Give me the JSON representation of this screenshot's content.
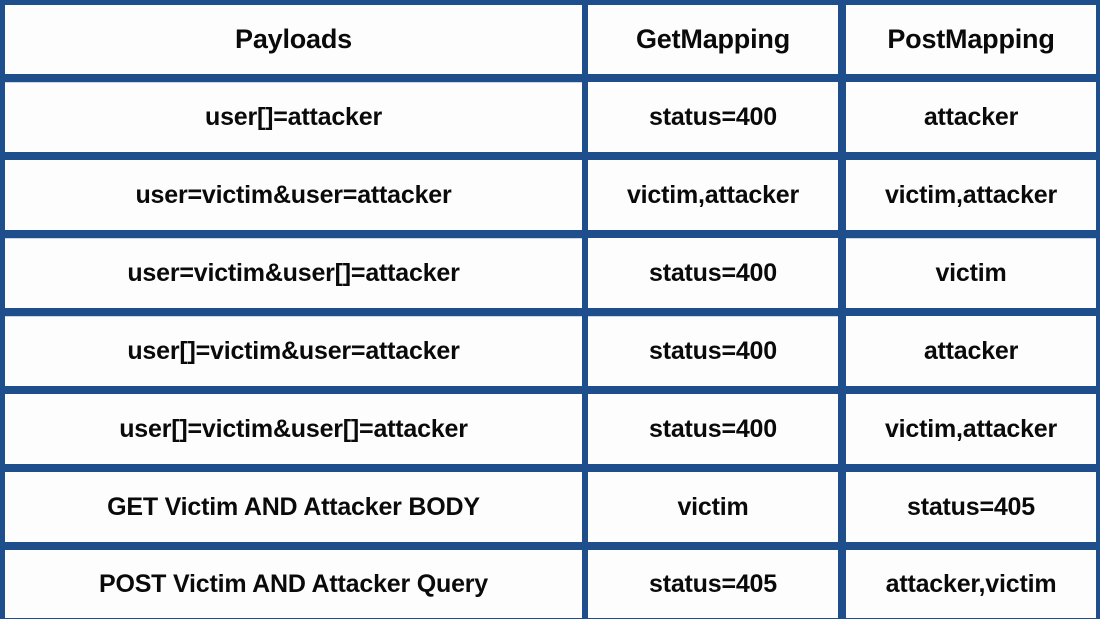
{
  "table": {
    "accent_color": "#1f4e8c",
    "cell_background": "#fdfdfd",
    "text_color": "#0a0a0a",
    "columns": [
      {
        "key": "payloads",
        "label": "Payloads"
      },
      {
        "key": "getmapping",
        "label": "GetMapping"
      },
      {
        "key": "postmapping",
        "label": "PostMapping"
      }
    ],
    "rows": [
      {
        "payloads": "user[]=attacker",
        "getmapping": "status=400",
        "postmapping": "attacker"
      },
      {
        "payloads": "user=victim&user=attacker",
        "getmapping": "victim,attacker",
        "postmapping": "victim,attacker"
      },
      {
        "payloads": "user=victim&user[]=attacker",
        "getmapping": "status=400",
        "postmapping": "victim"
      },
      {
        "payloads": "user[]=victim&user=attacker",
        "getmapping": "status=400",
        "postmapping": "attacker"
      },
      {
        "payloads": "user[]=victim&user[]=attacker",
        "getmapping": "status=400",
        "postmapping": "victim,attacker"
      },
      {
        "payloads": "GET Victim AND Attacker BODY",
        "getmapping": "victim",
        "postmapping": "status=405"
      },
      {
        "payloads": "POST Victim AND Attacker Query",
        "getmapping": "status=405",
        "postmapping": "attacker,victim"
      }
    ]
  }
}
